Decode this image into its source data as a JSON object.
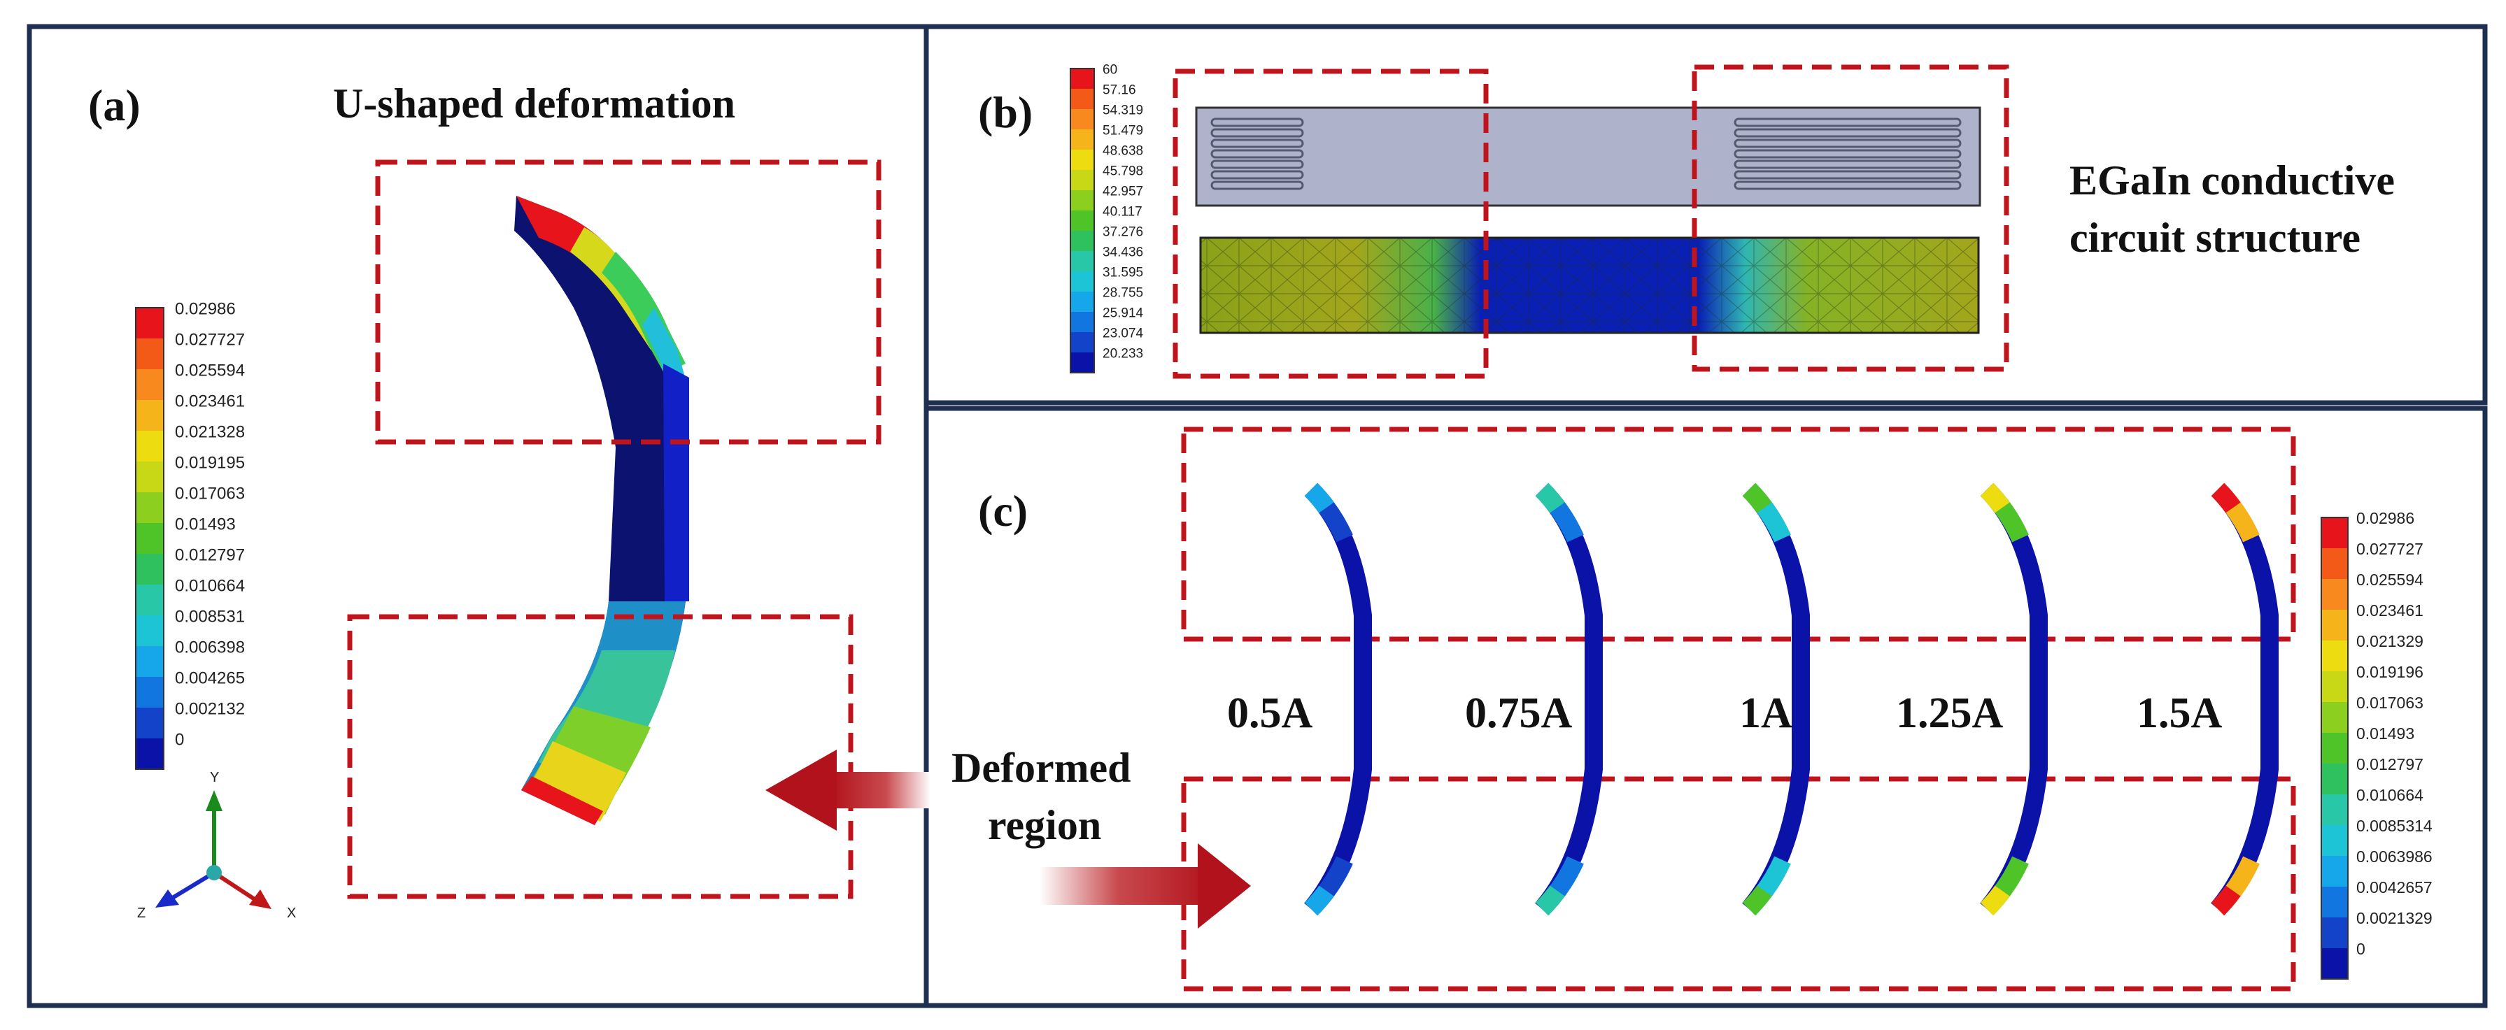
{
  "panel_a": {
    "label": "(a)",
    "title": "U-shaped deformation",
    "legend": [
      "0.02986",
      "0.027727",
      "0.025594",
      "0.023461",
      "0.021328",
      "0.019195",
      "0.017063",
      "0.01493",
      "0.012797",
      "0.010664",
      "0.008531",
      "0.006398",
      "0.004265",
      "0.002132",
      "0"
    ],
    "axes": {
      "y": "Y",
      "z": "Z",
      "x": "X"
    }
  },
  "panel_b": {
    "label": "(b)",
    "title_line1": "EGaIn conductive",
    "title_line2": "circuit structure",
    "legend": [
      "60",
      "57.16",
      "54.319",
      "51.479",
      "48.638",
      "45.798",
      "42.957",
      "40.117",
      "37.276",
      "34.436",
      "31.595",
      "28.755",
      "25.914",
      "23.074",
      "20.233"
    ]
  },
  "panel_c": {
    "label": "(c)",
    "currents": [
      "0.5A",
      "0.75A",
      "1A",
      "1.25A",
      "1.5A"
    ],
    "legend": [
      "0.02986",
      "0.027727",
      "0.025594",
      "0.023461",
      "0.021329",
      "0.019196",
      "0.017063",
      "0.01493",
      "0.012797",
      "0.010664",
      "0.0085314",
      "0.0063986",
      "0.0042657",
      "0.0021329",
      "0"
    ]
  },
  "callout": {
    "line1": "Deformed",
    "line2": "region"
  },
  "colors": {
    "scale": [
      "#e8141c",
      "#f35a17",
      "#f7891e",
      "#f5b51a",
      "#eddc0f",
      "#c8d817",
      "#8ccf1f",
      "#4ec428",
      "#2fc15d",
      "#28c7a7",
      "#1dc4d6",
      "#16a6ea",
      "#1176e0",
      "#1343c8",
      "#0b12a8"
    ],
    "frame": "#1f2f52",
    "highlight_dash": "#c0141c",
    "arrow": "#b2121b"
  }
}
